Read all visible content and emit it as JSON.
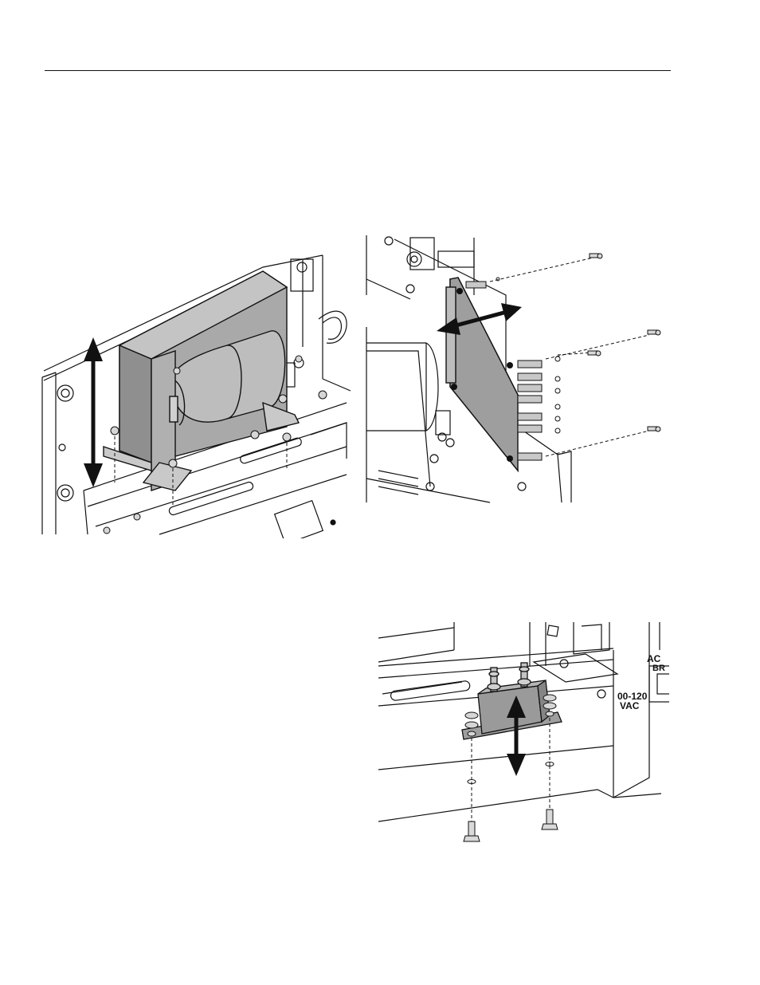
{
  "page": {
    "figures": [
      {
        "id": "transformer-figure",
        "subject": "transformer-removal"
      },
      {
        "id": "board-figure",
        "subject": "circuit-board-removal"
      },
      {
        "id": "breaker-figure",
        "subject": "circuit-breaker-removal"
      }
    ],
    "breaker_panel": {
      "label_ac": "AC",
      "label_br": "BR",
      "label_voltage": "00-120",
      "label_vac": "VAC"
    },
    "colors": {
      "ink": "#111111",
      "part_fill": "#b7b7b7",
      "part_dark": "#8f8f8f",
      "arrow": "#111111"
    }
  }
}
